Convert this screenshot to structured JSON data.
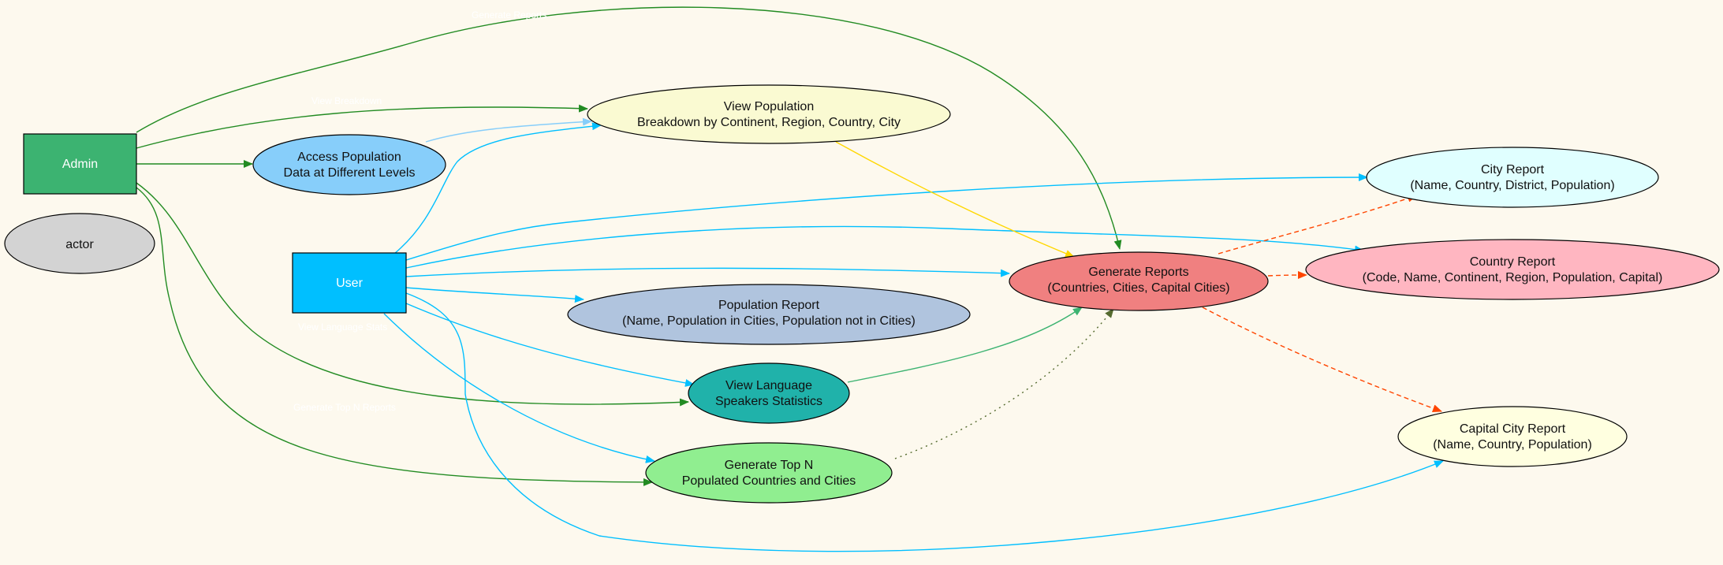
{
  "nodes": {
    "admin": {
      "label": "Admin",
      "fill": "#3cb371"
    },
    "actor": {
      "label": "actor",
      "fill": "#d3d3d3"
    },
    "user": {
      "label": "User",
      "fill": "#00bfff"
    },
    "access_population": {
      "line1": "Access Population",
      "line2": "Data at Different Levels",
      "fill": "#87cefa"
    },
    "view_population": {
      "line1": "View Population",
      "line2": "Breakdown by Continent, Region, Country, City",
      "fill": "#fafad2"
    },
    "generate_reports": {
      "line1": "Generate Reports",
      "line2": "(Countries, Cities, Capital Cities)",
      "fill": "#f08080"
    },
    "population_report": {
      "line1": "Population Report",
      "line2": "(Name, Population in Cities, Population not in Cities)",
      "fill": "#b0c4de"
    },
    "view_language": {
      "line1": "View Language",
      "line2": "Speakers Statistics",
      "fill": "#20b2aa"
    },
    "generate_top_n": {
      "line1": "Generate Top N",
      "line2": "Populated Countries and Cities",
      "fill": "#90ee90"
    },
    "city_report": {
      "line1": "City Report",
      "line2": "(Name, Country, District, Population)",
      "fill": "#e0ffff"
    },
    "country_report": {
      "line1": "Country Report",
      "line2": "(Code, Name, Continent, Region, Population, Capital)",
      "fill": "#ffb6c1"
    },
    "capital_city_report": {
      "line1": "Capital City Report",
      "line2": "(Name, Country, Population)",
      "fill": "#ffffe0"
    }
  },
  "edge_labels": {
    "admin_generate": "Generate Reports",
    "admin_view": "View Breakdown",
    "user_language": "View Language Stats",
    "admin_topn": "Generate Top N Reports"
  },
  "colors": {
    "admin_edge": "#228b22",
    "user_edge": "#00bfff",
    "light_edge": "#87cefa",
    "yellow_edge": "#ffd700",
    "green_edge": "#3cb371",
    "orange_edge": "#ff4500",
    "dotted_edge": "#556b2f",
    "background": "#fdf9ee"
  }
}
